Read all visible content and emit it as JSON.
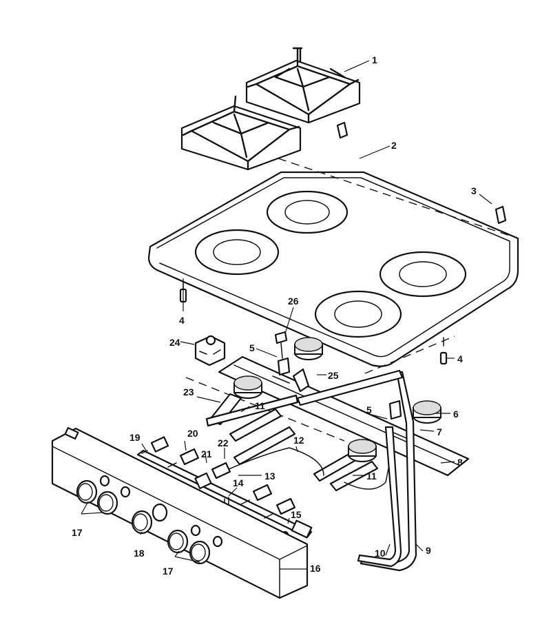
{
  "callouts": [
    {
      "id": "c1",
      "text": "1"
    },
    {
      "id": "c2",
      "text": "2"
    },
    {
      "id": "c3",
      "text": "3"
    },
    {
      "id": "c4a",
      "text": "4"
    },
    {
      "id": "c4b",
      "text": "4"
    },
    {
      "id": "c5a",
      "text": "5"
    },
    {
      "id": "c5b",
      "text": "5"
    },
    {
      "id": "c6",
      "text": "6"
    },
    {
      "id": "c7",
      "text": "7"
    },
    {
      "id": "c8",
      "text": "8"
    },
    {
      "id": "c9",
      "text": "9"
    },
    {
      "id": "c10",
      "text": "10"
    },
    {
      "id": "c11a",
      "text": "11"
    },
    {
      "id": "c11b",
      "text": "11"
    },
    {
      "id": "c12",
      "text": "12"
    },
    {
      "id": "c13",
      "text": "13"
    },
    {
      "id": "c14",
      "text": "14"
    },
    {
      "id": "c15",
      "text": "15"
    },
    {
      "id": "c16",
      "text": "16"
    },
    {
      "id": "c17a",
      "text": "17"
    },
    {
      "id": "c17b",
      "text": "17"
    },
    {
      "id": "c18",
      "text": "18"
    },
    {
      "id": "c19",
      "text": "19"
    },
    {
      "id": "c20",
      "text": "20"
    },
    {
      "id": "c21",
      "text": "21"
    },
    {
      "id": "c22",
      "text": "22"
    },
    {
      "id": "c23",
      "text": "23"
    },
    {
      "id": "c24",
      "text": "24"
    },
    {
      "id": "c25",
      "text": "25"
    },
    {
      "id": "c26",
      "text": "26"
    }
  ]
}
